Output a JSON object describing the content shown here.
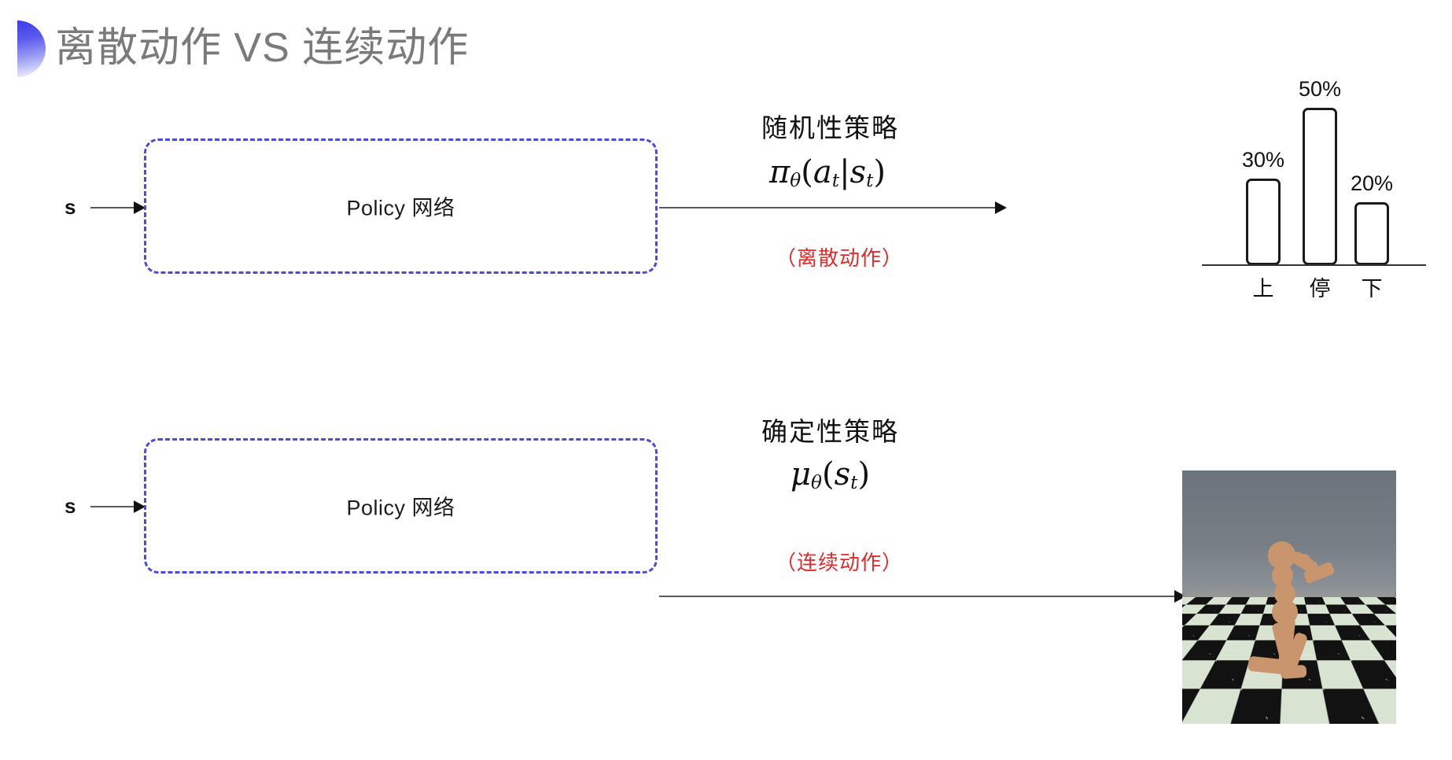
{
  "slide": {
    "title": "离散动作 VS 连续动作",
    "title_color": "#7a7a7a",
    "accent_color": "#3b3ce6",
    "box_border_color": "#4b4bd6",
    "note_color": "#e02b2b"
  },
  "rows": [
    {
      "id": "discrete",
      "state_label": "s",
      "box_label": "Policy 网络",
      "policy_title": "随机性策略",
      "policy_formula": "πθ(aₜ|sₜ)",
      "formula_parts": {
        "fn": "π",
        "sub1": "θ",
        "open": "(",
        "arg1": "a",
        "arg1sub": "t",
        "sep": "|",
        "arg2": "s",
        "arg2sub": "t",
        "close": ")"
      },
      "action_note": "（离散动作）"
    },
    {
      "id": "continuous",
      "state_label": "s",
      "box_label": "Policy 网络",
      "policy_title": "确定性策略",
      "policy_formula": "μθ(sₜ)",
      "formula_parts": {
        "fn": "μ",
        "sub1": "θ",
        "open": "(",
        "arg1": "s",
        "arg1sub": "t",
        "close": ")"
      },
      "action_note": "（连续动作）"
    }
  ],
  "chart_data": {
    "type": "bar",
    "title": "",
    "xlabel": "",
    "ylabel": "",
    "categories": [
      "上",
      "停",
      "下"
    ],
    "values": [
      30,
      50,
      20
    ],
    "value_labels": [
      "30%",
      "50%",
      "20%"
    ],
    "ylim": [
      0,
      60
    ],
    "grid": false,
    "legend": "none",
    "bar_fill": "#ffffff",
    "bar_stroke": "#1a1a1a"
  },
  "sim": {
    "caption": "",
    "description": "humanoid-mujoco-simulation"
  }
}
